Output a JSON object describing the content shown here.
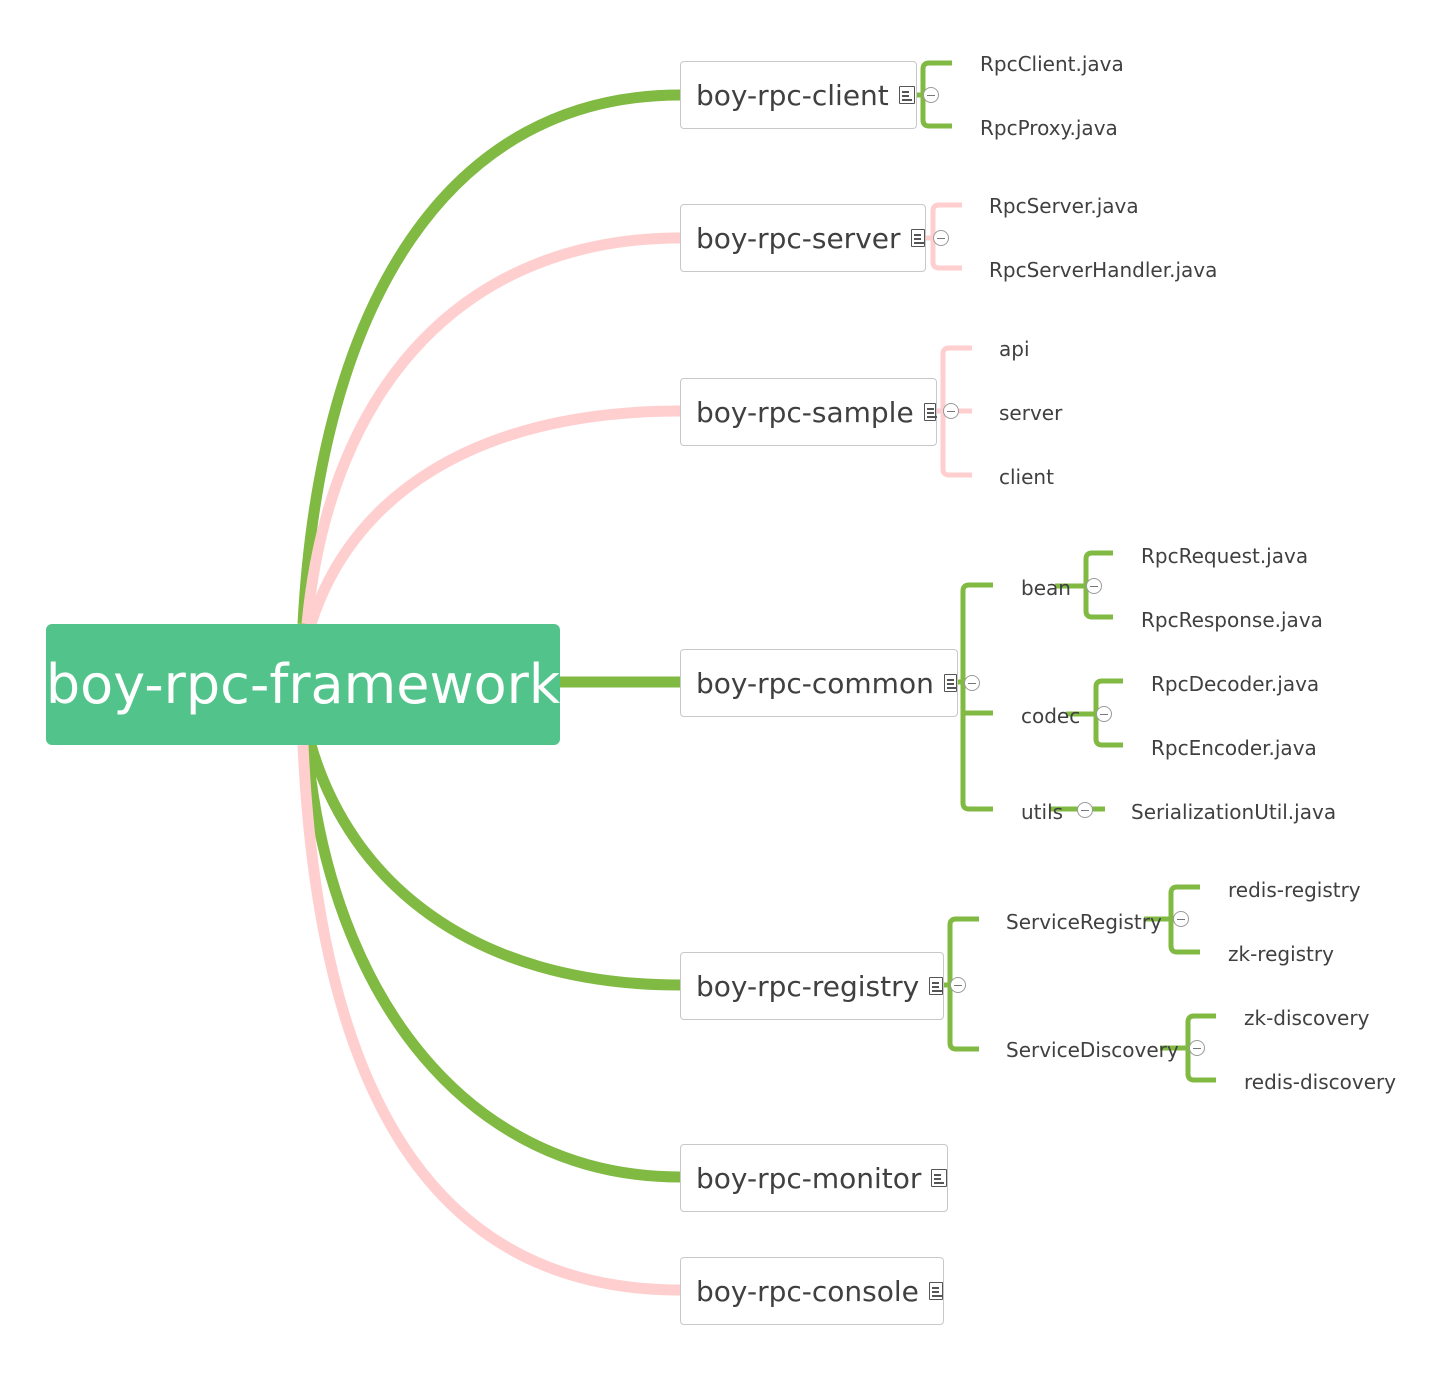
{
  "colors": {
    "root": "#52c38b",
    "green": "#80ba42",
    "pink": "#ffcfcf"
  },
  "root": {
    "label": "boy-rpc-framework"
  },
  "modules": [
    {
      "label": "boy-rpc-client",
      "color": "green",
      "has_note": true,
      "children": [
        "RpcClient.java",
        "RpcProxy.java"
      ]
    },
    {
      "label": "boy-rpc-server",
      "color": "pink",
      "has_note": true,
      "children": [
        "RpcServer.java",
        "RpcServerHandler.java"
      ]
    },
    {
      "label": "boy-rpc-sample",
      "color": "pink",
      "has_note": true,
      "children": [
        "api",
        "server",
        "client"
      ]
    },
    {
      "label": "boy-rpc-common",
      "color": "green",
      "has_note": true,
      "children": [
        {
          "label": "bean",
          "children": [
            "RpcRequest.java",
            "RpcResponse.java"
          ]
        },
        {
          "label": "codec",
          "children": [
            "RpcDecoder.java",
            "RpcEncoder.java"
          ]
        },
        {
          "label": "utils",
          "children": [
            "SerializationUtil.java"
          ]
        }
      ]
    },
    {
      "label": "boy-rpc-registry",
      "color": "green",
      "has_note": true,
      "children": [
        {
          "label": "ServiceRegistry",
          "children": [
            "redis-registry",
            "zk-registry"
          ]
        },
        {
          "label": "ServiceDiscovery",
          "children": [
            "zk-discovery",
            "redis-discovery"
          ]
        }
      ]
    },
    {
      "label": "boy-rpc-monitor",
      "color": "green",
      "has_note": true,
      "children": []
    },
    {
      "label": "boy-rpc-console",
      "color": "pink",
      "has_note": true,
      "children": []
    }
  ]
}
